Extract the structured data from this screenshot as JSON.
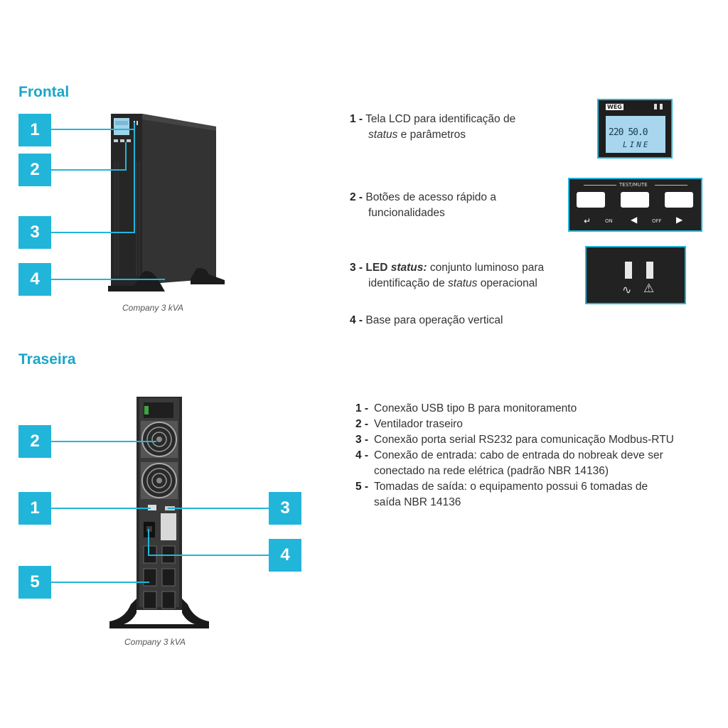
{
  "frontal": {
    "heading": "Frontal",
    "caption": "Company 3 kVA",
    "badges": [
      "1",
      "2",
      "3",
      "4"
    ],
    "items": [
      {
        "num": "1 -",
        "line1": "Tela LCD para identificação de",
        "line2_italic": "status",
        "line2_rest": " e parâmetros"
      },
      {
        "num": "2 -",
        "line1": "Botões de acesso rápido a",
        "line2": "funcionalidades"
      },
      {
        "num": "3 -",
        "bold": "LED ",
        "bold_italic": "status:",
        "line1_rest": " conjunto luminoso para",
        "line2_a": "identificação de ",
        "line2_italic": "status",
        "line2_b": " operacional"
      },
      {
        "num": "4 -",
        "line1": "Base para operação vertical"
      }
    ],
    "lcd": {
      "brand": "WEG",
      "reading_a": "220",
      "reading_b": "50.0",
      "mode": "LINE"
    },
    "buttons_panel": {
      "title": "TEST/MUTE",
      "on_label": "ON",
      "off_label": "OFF"
    }
  },
  "traseira": {
    "heading": "Traseira",
    "caption": "Company 3 kVA",
    "badges": [
      "2",
      "1",
      "5",
      "3",
      "4"
    ],
    "items": [
      {
        "num": "1 -",
        "text": "Conexão USB tipo B para monitoramento"
      },
      {
        "num": "2 -",
        "text": "Ventilador traseiro"
      },
      {
        "num": "3 -",
        "text": "Conexão porta serial RS232 para comunicação Modbus-RTU"
      },
      {
        "num": "4 -",
        "text": "Conexão de entrada: cabo de entrada do nobreak deve ser",
        "text2": "conectado na rede elétrica (padrão NBR 14136)"
      },
      {
        "num": "5 -",
        "text": "Tomadas de saída: o equipamento possui 6 tomadas de",
        "text2": "saída NBR 14136"
      }
    ]
  },
  "colors": {
    "accent": "#22b5da",
    "heading": "#1aa6c9",
    "device": "#2b2b2b"
  }
}
